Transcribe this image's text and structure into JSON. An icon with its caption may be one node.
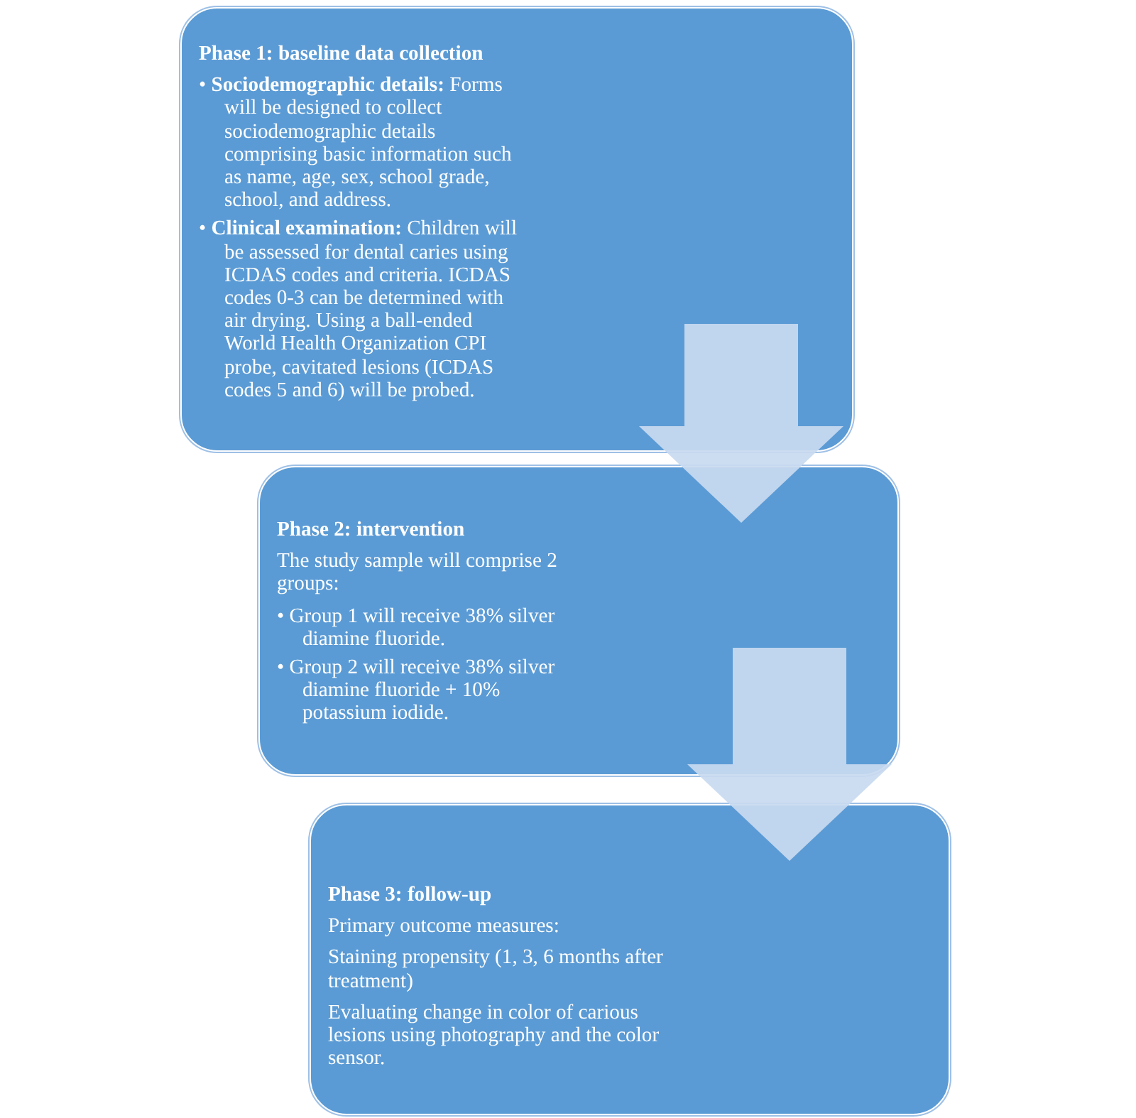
{
  "diagram": {
    "nodes": [
      {
        "text": [
          "Phase 1: baseline data collection",
          "• **Sociodemographic details:** Forms will be designed to collect sociodemographic details comprising basic information such as name, age, sex, school grade, school, and address.",
          "• **Clinical examination:** Children will be assessed for dental caries using ICDAS codes and criteria. ICDAS codes 0-3 can be determined with air drying. Using a ball-ended World Health Organization CPI probe, cavitated lesions (ICDAS codes 5 and 6) will be probed."
        ]
      },
      {
        "text": [
          "Phase 2: intervention",
          "The study sample will comprise 2 groups:",
          "• Group 1 will receive 38% silver diamine fluoride.",
          "• Group 2 will receive 38% silver diamine fluoride + 10% potassium iodide."
        ]
      },
      {
        "text": [
          "Phase 3: follow-up",
          "Primary outcome measures:",
          "Staining propensity (1, 3, 6 months after treatment)",
          "Evaluating change in color of carious lesions using photography and the color sensor."
        ]
      }
    ],
    "edges": [
      {
        "from": 0,
        "to": 1,
        "arrow": "to"
      },
      {
        "from": 1,
        "to": 2,
        "arrow": "to"
      }
    ]
  }
}
